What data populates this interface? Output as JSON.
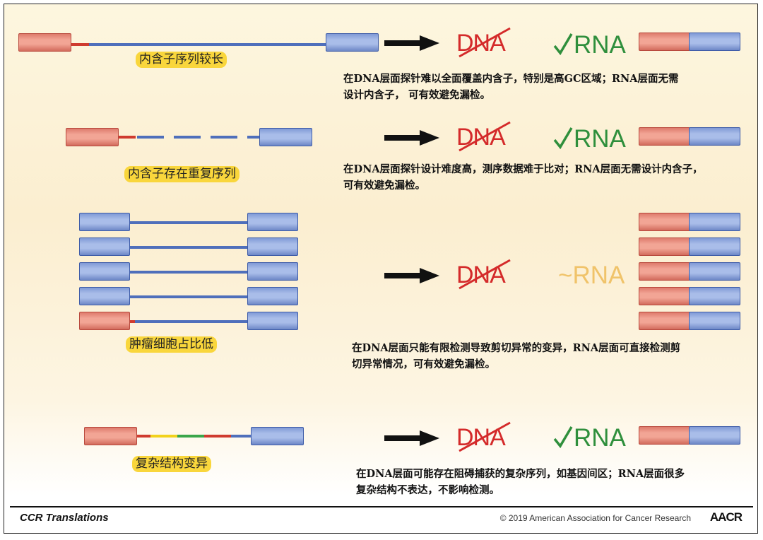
{
  "rows": [
    {
      "label": "内含子序列较长",
      "dna": "DNA",
      "rna": "RNA",
      "desc_lines": [
        "在DNA层面探针难以全面覆盖内含子，特别是高GC区域；RNA层面无需",
        "设计内含子， 可有效避免漏检。"
      ]
    },
    {
      "label": "内含子存在重复序列",
      "dna": "DNA",
      "rna": "RNA",
      "desc_lines": [
        "在DNA层面探针设计难度高，测序数据难于比对；RNA层面无需设计内含子，",
        "可有效避免漏检。"
      ]
    },
    {
      "label": "肿瘤细胞占比低",
      "dna": "DNA",
      "rna": "~RNA",
      "desc_lines": [
        "在DNA层面只能有限检测导致剪切异常的变异，RNA层面可直接检测剪",
        "切异常情况，可有效避免漏检。"
      ]
    },
    {
      "label": "复杂结构变异",
      "dna": "DNA",
      "rna": "RNA",
      "desc_lines": [
        "在DNA层面可能存在阻碍捕获的复杂序列，如基因间区；RNA层面很多",
        "复杂结构不表达，不影响检测。"
      ]
    }
  ],
  "footer": {
    "left": "CCR Translations",
    "right": "© 2019 American Association for Cancer Research",
    "logo": "AACR"
  },
  "colors": {
    "exon_blue": "#a9bde9",
    "exon_red": "#f2a595",
    "dna_red": "#d42a2a",
    "rna_green": "#2f8f3c",
    "rna_partial": "#f0c36a",
    "label_bg": "#f9d63c"
  }
}
